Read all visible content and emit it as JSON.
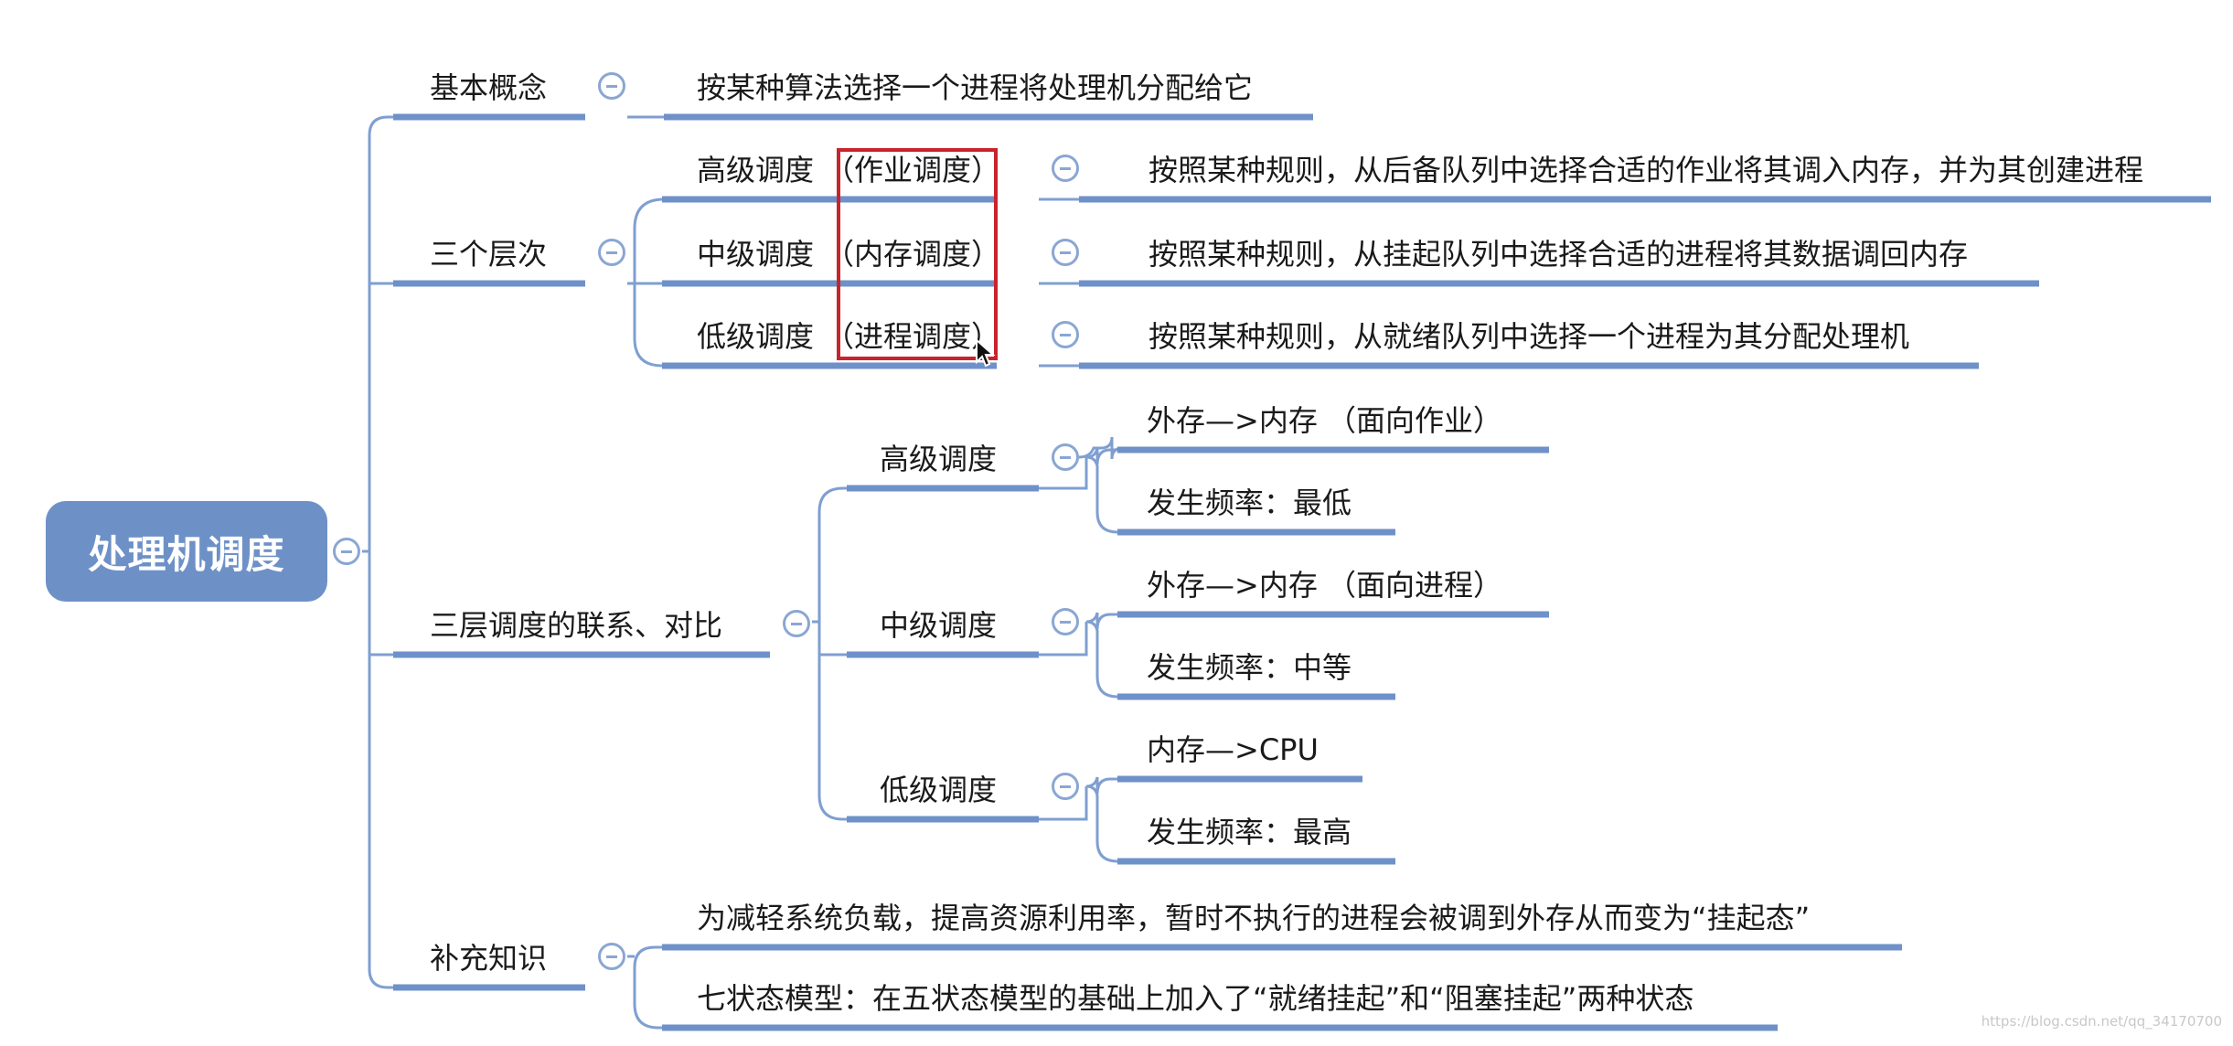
{
  "root": {
    "label": "处理机调度"
  },
  "branches": {
    "concept": {
      "label": "基本概念",
      "detail": "按某种算法选择一个进程将处理机分配给它"
    },
    "levels": {
      "label": "三个层次",
      "items": [
        {
          "label": "高级调度",
          "alias": "（作业调度）",
          "detail": "按照某种规则，从后备队列中选择合适的作业将其调入内存，并为其创建进程"
        },
        {
          "label": "中级调度",
          "alias": "（内存调度）",
          "detail": "按照某种规则，从挂起队列中选择合适的进程将其数据调回内存"
        },
        {
          "label": "低级调度",
          "alias": "（进程调度）",
          "detail": "按照某种规则，从就绪队列中选择一个进程为其分配处理机"
        }
      ]
    },
    "compare": {
      "label": "三层调度的联系、对比",
      "items": [
        {
          "label": "高级调度",
          "direction": "外存—>内存 （面向作业）",
          "frequency": "发生频率：最低"
        },
        {
          "label": "中级调度",
          "direction": "外存—>内存 （面向进程）",
          "frequency": "发生频率：中等"
        },
        {
          "label": "低级调度",
          "direction": "内存—>CPU",
          "frequency": "发生频率：最高"
        }
      ]
    },
    "supplement": {
      "label": "补充知识",
      "items": [
        "为减轻系统负载，提高资源利用率，暂时不执行的进程会被调到外存从而变为“挂起态”",
        "七状态模型：在五状态模型的基础上加入了“就绪挂起”和“阻塞挂起”两种状态"
      ]
    }
  },
  "watermark": "https://blog.csdn.net/qq_34170700",
  "colors": {
    "line": "#7f9fd1",
    "root_fill": "#6d91c7",
    "highlight_box": "#c8242b"
  },
  "icons": {
    "collapse": "collapse-minus-icon",
    "cursor": "mouse-pointer-icon"
  }
}
